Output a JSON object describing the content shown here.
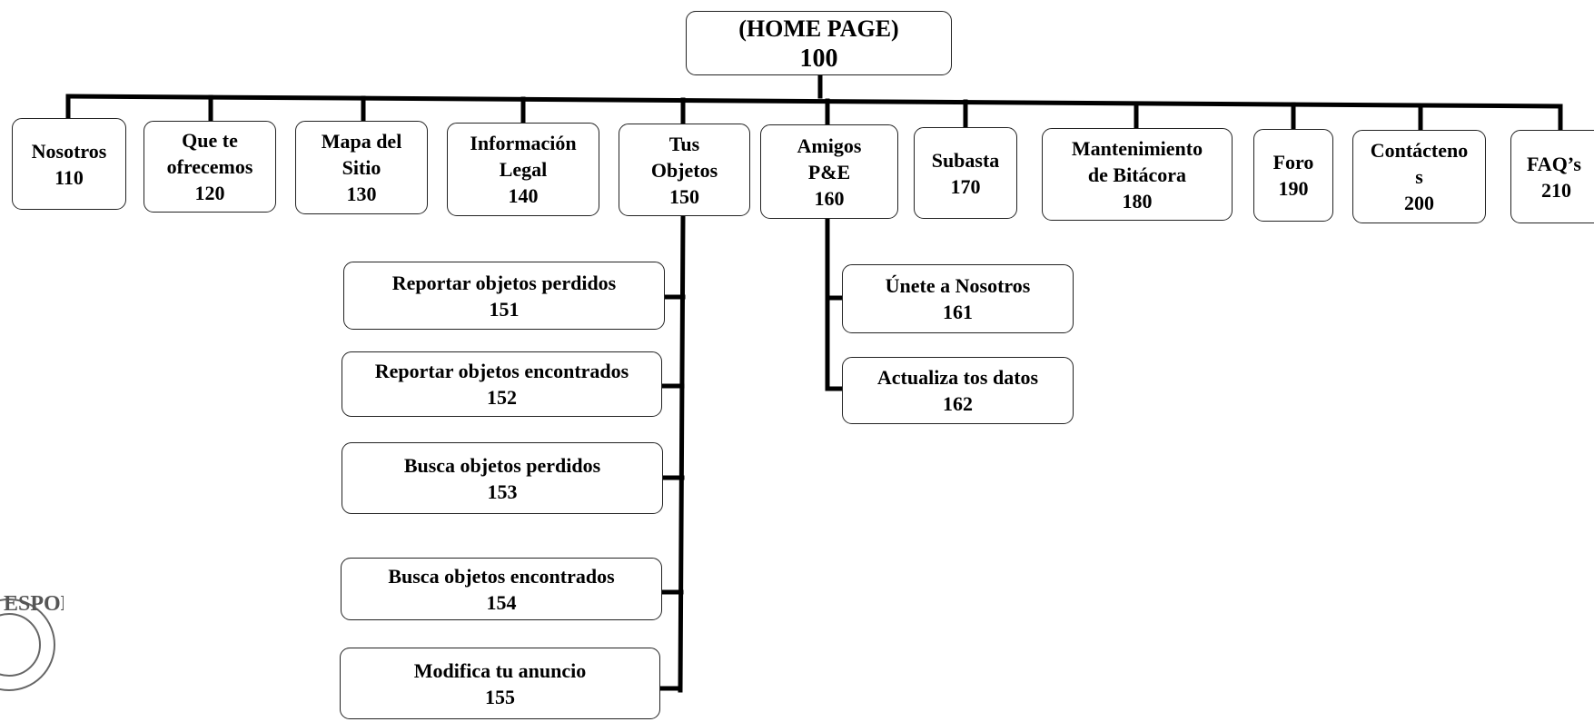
{
  "home": {
    "label": "(HOME PAGE)",
    "code": "100"
  },
  "level1": [
    {
      "label": "Nosotros",
      "code": "110"
    },
    {
      "label": "Que te\nofrecemos",
      "code": "120"
    },
    {
      "label": "Mapa del\nSitio",
      "code": "130"
    },
    {
      "label": "Información\nLegal",
      "code": "140"
    },
    {
      "label": "Tus\nObjetos",
      "code": "150"
    },
    {
      "label": "Amigos\nP&E",
      "code": "160"
    },
    {
      "label": "Subasta",
      "code": "170"
    },
    {
      "label": "Mantenimiento\nde Bitácora",
      "code": "180"
    },
    {
      "label": "Foro",
      "code": "190"
    },
    {
      "label": "Contácteno\ns",
      "code": "200"
    },
    {
      "label": "FAQ’s",
      "code": "210"
    }
  ],
  "tus_objetos_children": [
    {
      "label": "Reportar objetos perdidos",
      "code": "151"
    },
    {
      "label": "Reportar objetos encontrados",
      "code": "152"
    },
    {
      "label": "Busca objetos perdidos",
      "code": "153"
    },
    {
      "label": "Busca objetos encontrados",
      "code": "154"
    },
    {
      "label": "Modifica tu anuncio",
      "code": "155"
    }
  ],
  "amigos_children": [
    {
      "label": "Únete a Nosotros",
      "code": "161"
    },
    {
      "label": "Actualiza tos datos",
      "code": "162"
    }
  ],
  "stamp": {
    "text": "ESPOL"
  }
}
